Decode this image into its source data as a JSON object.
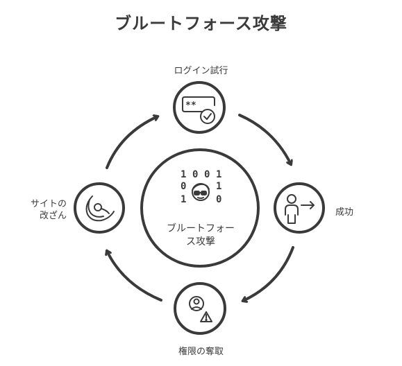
{
  "title": "ブルートフォース攻撃",
  "center": {
    "label_line1": "ブルートフォー",
    "label_line2": "ス攻撃",
    "binary": [
      "1",
      "0",
      "0",
      "1",
      "0",
      "1",
      "1",
      "0"
    ]
  },
  "nodes": {
    "top": {
      "label": "ログイン試行",
      "icon": "password-check-icon"
    },
    "right": {
      "label": "成功",
      "icon": "user-login-arrow-icon"
    },
    "bottom": {
      "label": "権限の奪取",
      "icon": "user-warning-icon"
    },
    "left": {
      "label_line1": "サイトの",
      "label_line2": "改ざん",
      "icon": "swirl-hand-icon"
    }
  },
  "colors": {
    "stroke": "#3a3a3a",
    "background": "#ffffff"
  }
}
